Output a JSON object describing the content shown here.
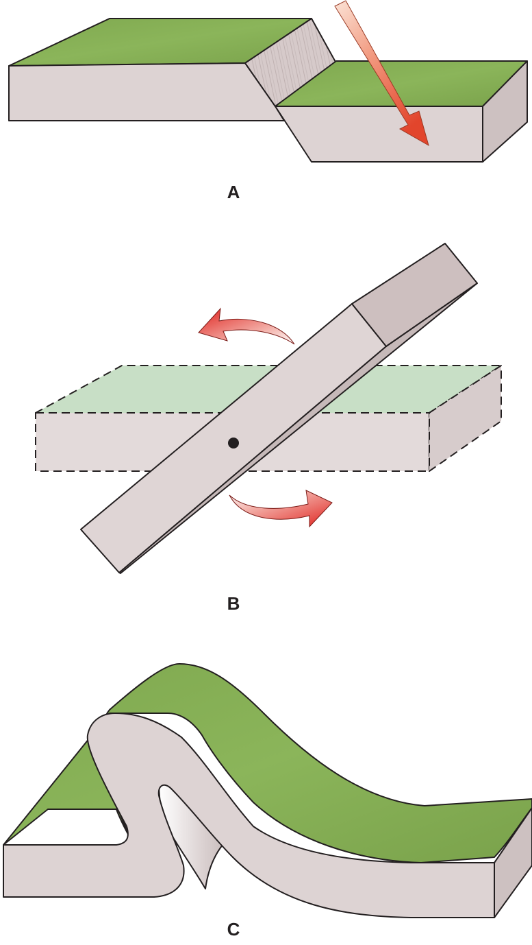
{
  "panels": [
    {
      "id": "A",
      "label": "A"
    },
    {
      "id": "B",
      "label": "B"
    },
    {
      "id": "C",
      "label": "C"
    }
  ],
  "colors": {
    "rock_side": "#ddd3d3",
    "rock_side_dark": "#cfc4c4",
    "grass_top": "#84ad52",
    "grass_top_light": "#c9dfc6",
    "arrow_red": "#e0221d",
    "outline": "#231f20"
  }
}
